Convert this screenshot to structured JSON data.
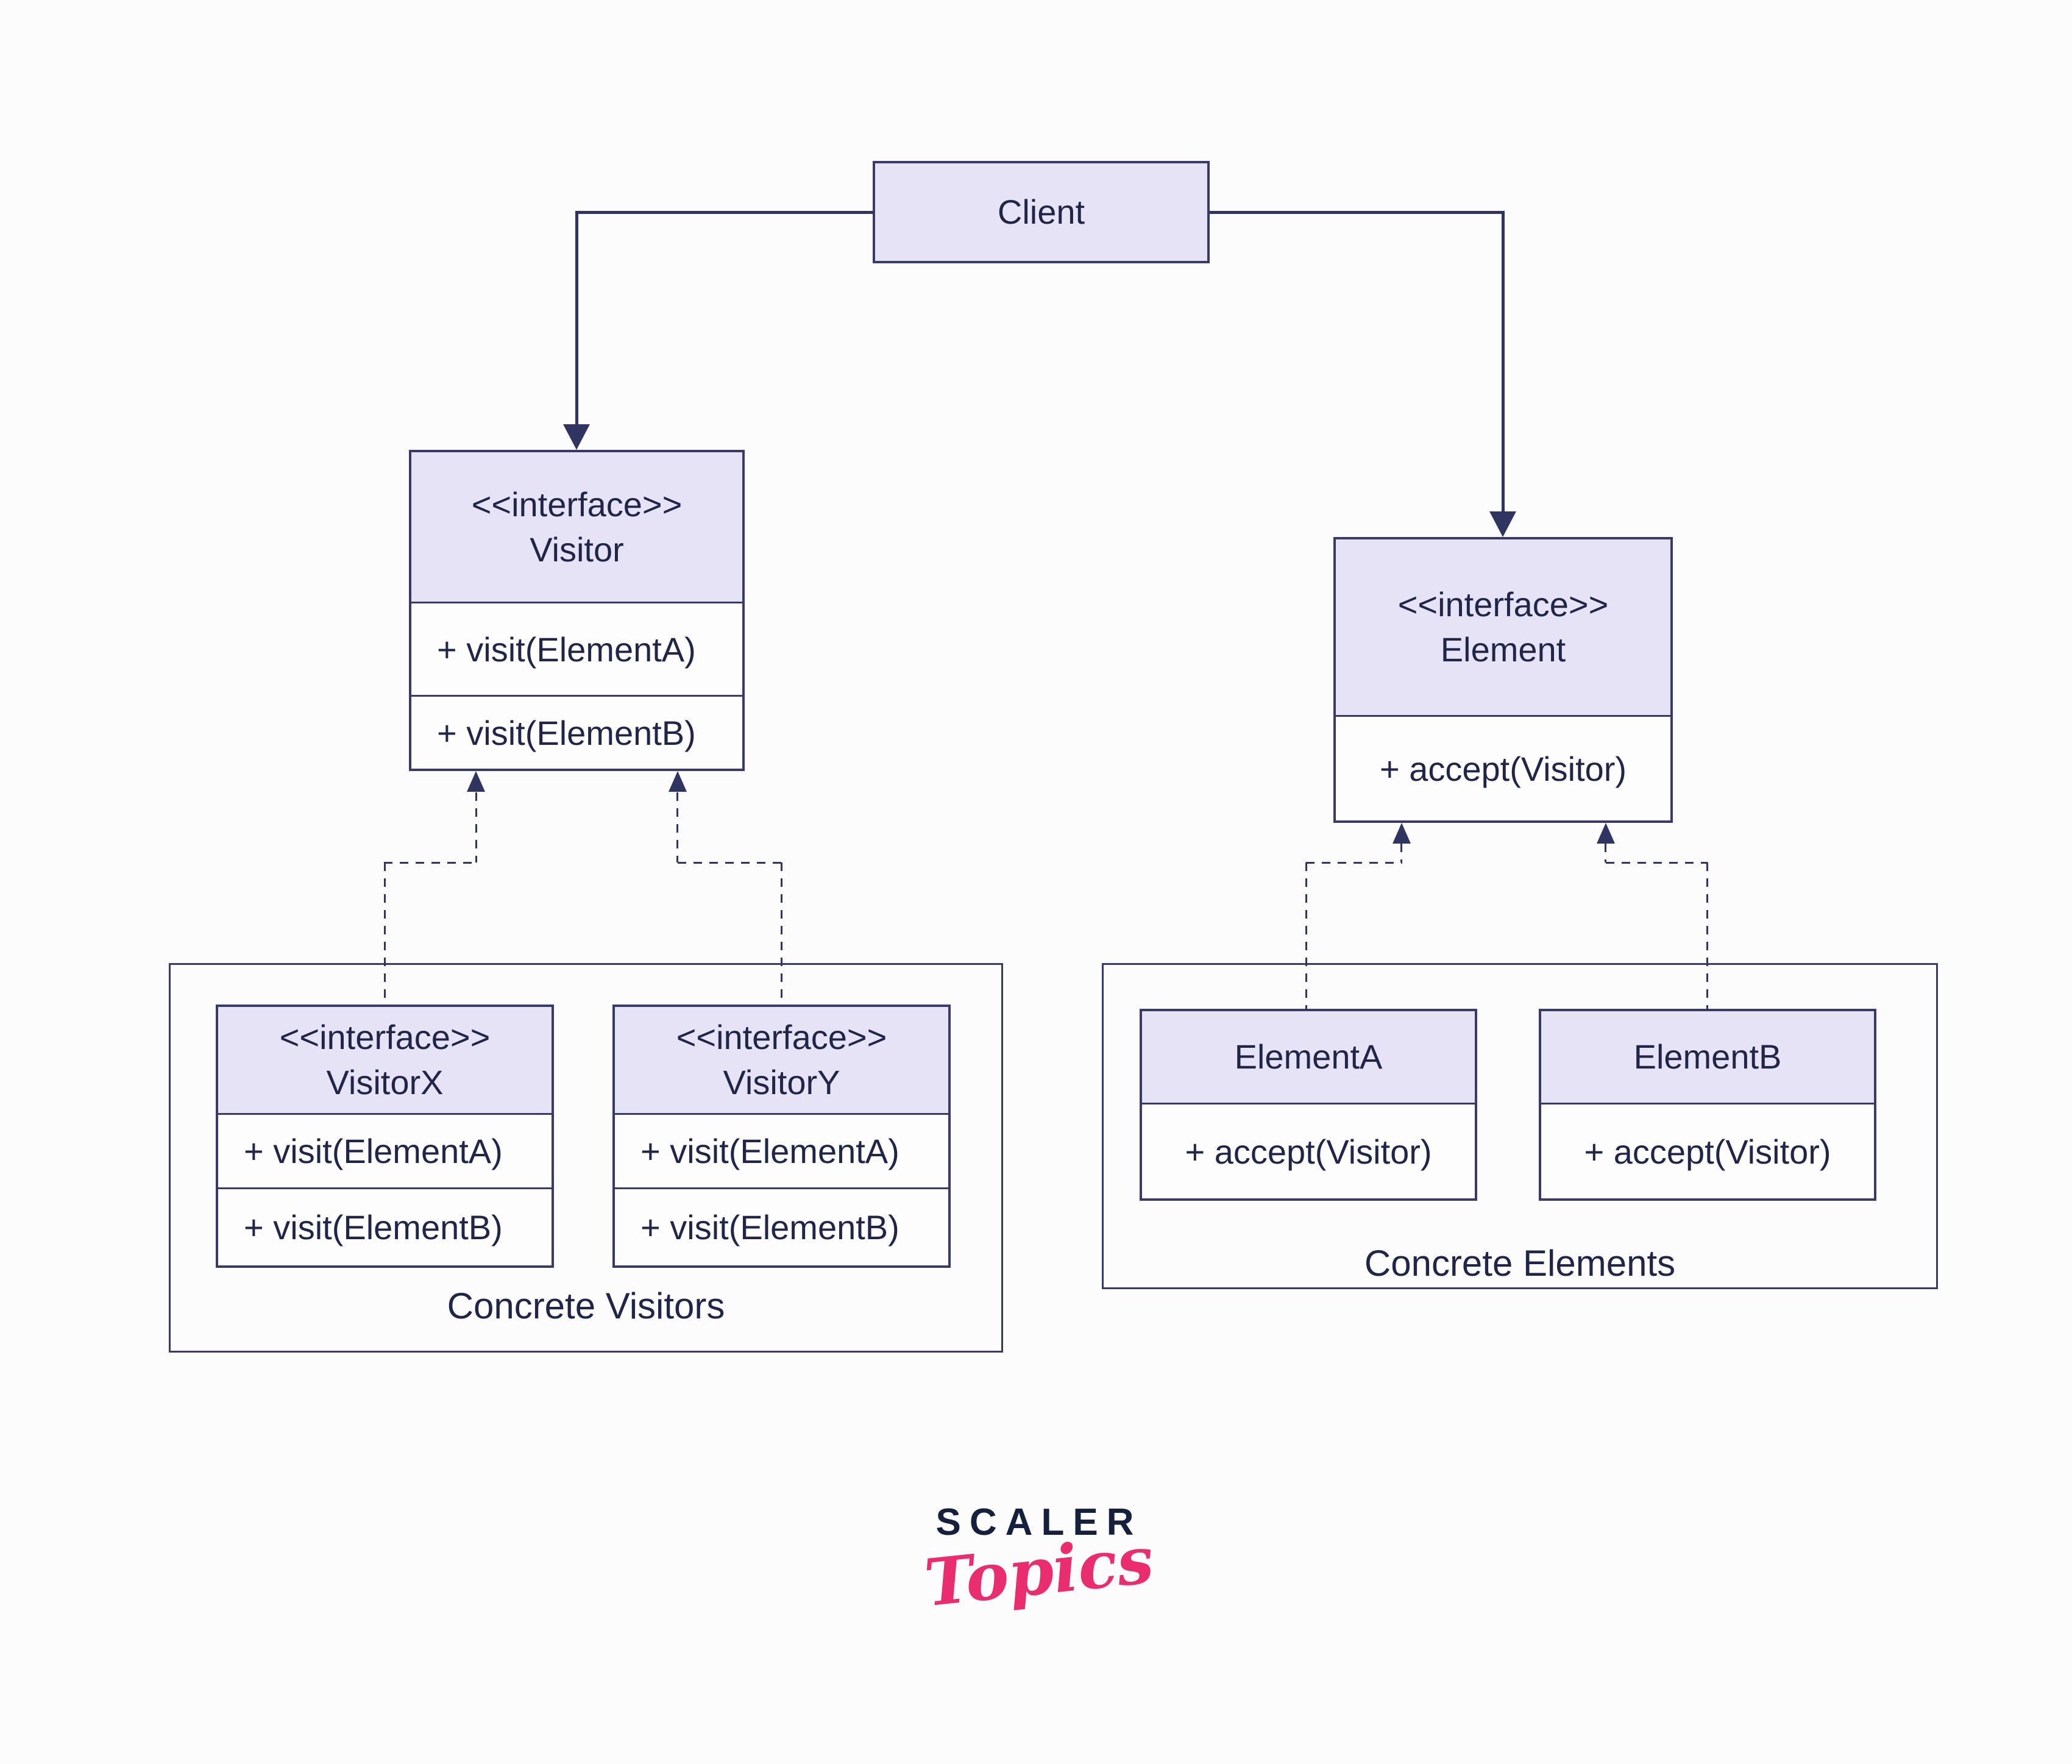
{
  "diagram": {
    "client": {
      "title": "Client"
    },
    "visitor_interface": {
      "stereotype": "<<interface>>",
      "name": "Visitor",
      "methods": [
        "+ visit(ElementA)",
        "+ visit(ElementB)"
      ]
    },
    "element_interface": {
      "stereotype": "<<interface>>",
      "name": "Element",
      "methods": [
        "+ accept(Visitor)"
      ]
    },
    "concrete_visitors": {
      "caption": "Concrete Visitors",
      "classes": [
        {
          "stereotype": "<<interface>>",
          "name": "VisitorX",
          "methods": [
            "+ visit(ElementA)",
            "+ visit(ElementB)"
          ]
        },
        {
          "stereotype": "<<interface>>",
          "name": "VisitorY",
          "methods": [
            "+ visit(ElementA)",
            "+ visit(ElementB)"
          ]
        }
      ]
    },
    "concrete_elements": {
      "caption": "Concrete Elements",
      "classes": [
        {
          "name": "ElementA",
          "methods": [
            "+ accept(Visitor)"
          ]
        },
        {
          "name": "ElementB",
          "methods": [
            "+ accept(Visitor)"
          ]
        }
      ]
    }
  },
  "logo": {
    "primary": "SCALER",
    "secondary": "Topics"
  },
  "colors": {
    "header_fill": "#E6E3F7",
    "cell_fill": "#FDFDFE",
    "border": "#3A3A68",
    "line": "#2F3560",
    "text": "#212648",
    "logo_navy": "#15203C",
    "logo_pink": "#EA2D6F",
    "background": "#FCFCFC"
  }
}
